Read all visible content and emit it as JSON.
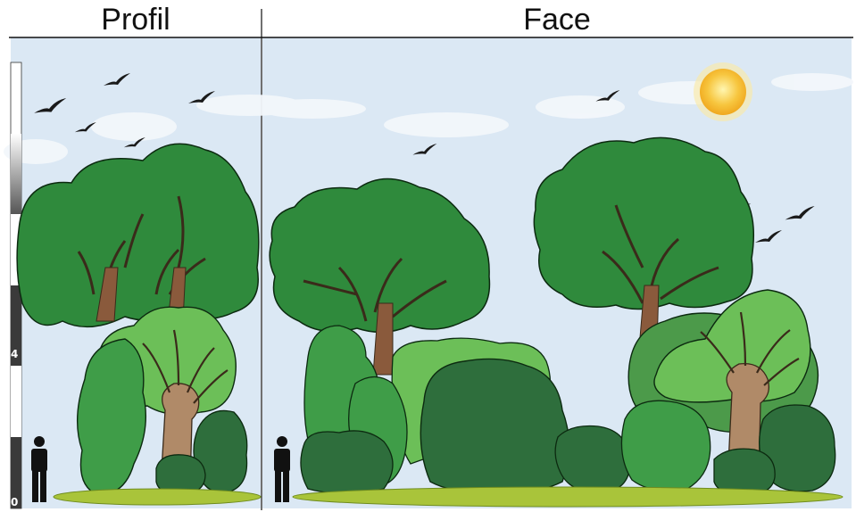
{
  "headers": {
    "profile": "Profil",
    "front": "Face"
  },
  "scale": {
    "top_value": "4",
    "bottom_value": "0"
  },
  "colors": {
    "sky": "#dbe8f4",
    "cloud": "#f3f7fb",
    "bird": "#1a1a1a",
    "ground": "#a9c43a",
    "ground_edge": "#6f8c1f",
    "trunk": "#8a5a3c",
    "stump": "#b08a68",
    "canopy_dark": "#2f7d3a",
    "canopy_mid": "#3f9d48",
    "canopy_light": "#6cbf58",
    "shrub_dark": "#2e6e3c",
    "shrub_mid": "#4c9a4a",
    "sun": "#f5c542",
    "person": "#111111",
    "outline": "#0c2a10"
  },
  "icons": [
    "bird-icon",
    "sun-icon",
    "person-icon",
    "tree-icon",
    "shrub-icon",
    "cloud-icon"
  ]
}
